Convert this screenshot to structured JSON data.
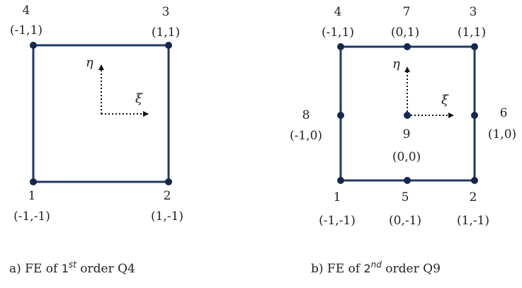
{
  "colors": {
    "element": "#1f3864",
    "node": "#14284f",
    "text": "#222222",
    "axis": "#111111"
  },
  "q4": {
    "nodes": [
      {
        "number": "1",
        "coord": "(-1,-1)"
      },
      {
        "number": "2",
        "coord": "(1,-1)"
      },
      {
        "number": "3",
        "coord": "(1,1)"
      },
      {
        "number": "4",
        "coord": "(-1,1)"
      }
    ],
    "axes": {
      "eta": "η",
      "xi": "ξ"
    },
    "caption": {
      "prefix": "a) FE of ",
      "order": "1",
      "sup": "st",
      "suffix": " order Q4"
    }
  },
  "q9": {
    "nodes": [
      {
        "number": "1",
        "coord": "(-1,-1)"
      },
      {
        "number": "2",
        "coord": "(1,-1)"
      },
      {
        "number": "3",
        "coord": "(1,1)"
      },
      {
        "number": "4",
        "coord": "(-1,1)"
      },
      {
        "number": "5",
        "coord": "(0,-1)"
      },
      {
        "number": "6",
        "coord": "(1,0)"
      },
      {
        "number": "7",
        "coord": "(0,1)"
      },
      {
        "number": "8",
        "coord": "(-1,0)"
      },
      {
        "number": "9",
        "coord": "(0,0)"
      }
    ],
    "axes": {
      "eta": "η",
      "xi": "ξ"
    },
    "caption": {
      "prefix": "b) FE of ",
      "order": "2",
      "sup": "nd",
      "suffix": " order Q9"
    }
  }
}
